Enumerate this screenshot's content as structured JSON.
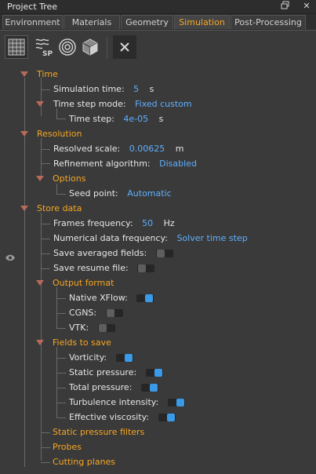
{
  "window": {
    "title": "Project Tree",
    "restore_icon": "restore-icon",
    "close_icon": "close-icon"
  },
  "tabs": [
    {
      "label": "Environment",
      "active": false
    },
    {
      "label": "Materials",
      "active": false
    },
    {
      "label": "Geometry",
      "active": false
    },
    {
      "label": "Simulation",
      "active": true
    },
    {
      "label": "Post-Processing",
      "active": false
    }
  ],
  "toolbar": {
    "sp_label": "SP",
    "tools": [
      "grid-icon",
      "solver-parameters-icon",
      "target-icon",
      "cube-icon",
      "close-icon"
    ]
  },
  "colors": {
    "accent": "#f5a623",
    "value": "#5fb0ff",
    "toggle_on": "#3b9ae8",
    "arrow": "#b86a58"
  },
  "tree": {
    "time": {
      "label": "Time",
      "simulation_time": {
        "label": "Simulation time:",
        "value": "5",
        "unit": "s"
      },
      "time_step_mode": {
        "label": "Time step mode:",
        "value": "Fixed custom"
      },
      "time_step": {
        "label": "Time step:",
        "value": "4e-05",
        "unit": "s"
      }
    },
    "resolution": {
      "label": "Resolution",
      "resolved_scale": {
        "label": "Resolved scale:",
        "value": "0.00625",
        "unit": "m"
      },
      "refinement_algorithm": {
        "label": "Refinement algorithm:",
        "value": "Disabled"
      },
      "options": {
        "label": "Options",
        "seed_point": {
          "label": "Seed point:",
          "value": "Automatic"
        }
      }
    },
    "store_data": {
      "label": "Store data",
      "frames_frequency": {
        "label": "Frames frequency:",
        "value": "50",
        "unit": "Hz"
      },
      "numerical_data_frequency": {
        "label": "Numerical data frequency:",
        "value": "Solver time step"
      },
      "save_averaged_fields": {
        "label": "Save averaged fields:",
        "enabled": false
      },
      "save_resume_file": {
        "label": "Save resume file:",
        "enabled": false
      },
      "output_format": {
        "label": "Output format",
        "native_xflow": {
          "label": "Native XFlow:",
          "enabled": true
        },
        "cgns": {
          "label": "CGNS:",
          "enabled": false
        },
        "vtk": {
          "label": "VTK:",
          "enabled": false
        }
      },
      "fields_to_save": {
        "label": "Fields to save",
        "vorticity": {
          "label": "Vorticity:",
          "enabled": true
        },
        "static_pressure": {
          "label": "Static pressure:",
          "enabled": true
        },
        "total_pressure": {
          "label": "Total pressure:",
          "enabled": true
        },
        "turbulence_intensity": {
          "label": "Turbulence intensity:",
          "enabled": true
        },
        "effective_viscosity": {
          "label": "Effective viscosity:",
          "enabled": true
        }
      },
      "static_pressure_filters": {
        "label": "Static pressure filters"
      },
      "probes": {
        "label": "Probes"
      },
      "cutting_planes": {
        "label": "Cutting planes"
      }
    }
  }
}
